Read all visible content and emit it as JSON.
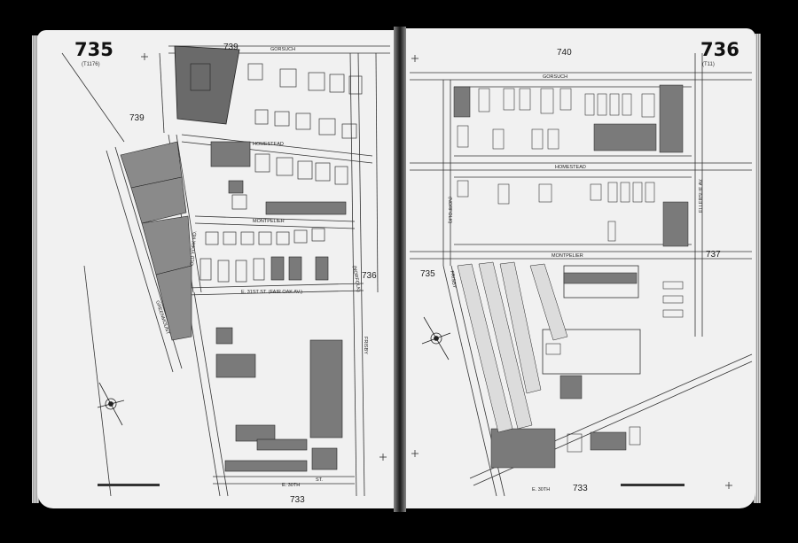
{
  "atlas": {
    "plate_left": "735",
    "plate_right": "736",
    "plate_left_sub": "(T1176)",
    "plate_right_sub": "(T11)"
  },
  "adjacent_sheets": {
    "top_left": "739",
    "left_side": "739",
    "right_of_left": "736",
    "bottom_left": "733",
    "top_right": "740",
    "right_side": "737",
    "left_of_right": "735",
    "bottom_right": "733"
  },
  "streets_left": {
    "gorsuch": "GORSUCH",
    "homestead": "HOMESTEAD",
    "montpelier": "MONTPELIER",
    "e31st": "E. 31ST ST. (FAIR OAK AV.)",
    "e30th": "E. 30TH",
    "st_bottom": "ST.",
    "old_york": "OLD YORK RD.",
    "frisby": "FRISBY",
    "norfolk": "(NORFOLK)",
    "greenmount": "GREENMOUNT"
  },
  "streets_right": {
    "gorsuch": "GORSUCH",
    "homestead": "HOMESTEAD",
    "montpelier": "MONTPELIER",
    "e30th": "E. 30TH",
    "frisby": "FRISBY",
    "norfolk": "(NORFOLK)",
    "ellerslie": "ELLERSLIE AV."
  },
  "colors": {
    "paper": "#f1f1f1",
    "ink": "#222222",
    "brick": "#8a8a8a",
    "dark_block": "#5a5a5a",
    "background": "#000000"
  }
}
